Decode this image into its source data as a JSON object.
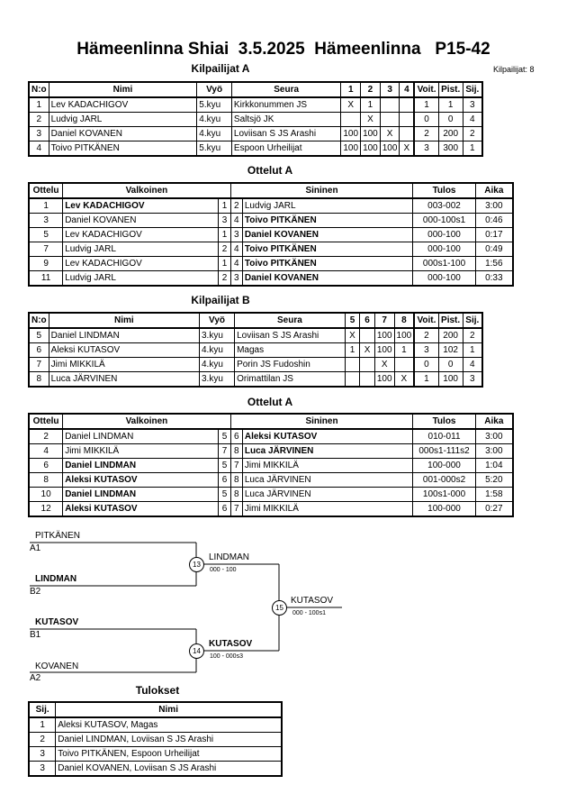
{
  "title": "Hämeenlinna Shiai  3.5.2025  Hämeenlinna   P15-42",
  "participant_count": "Kilpailijat: 8",
  "pool_a": {
    "heading": "Kilpailijat A",
    "headers": [
      "N:o",
      "Nimi",
      "Vyö",
      "Seura",
      "1",
      "2",
      "3",
      "4",
      "Voit.",
      "Pist.",
      "Sij."
    ],
    "rows": [
      [
        "1",
        "Lev KADACHIGOV",
        "5.kyu",
        "Kirkkonummen JS",
        "X",
        "1",
        "",
        "",
        "1",
        "1",
        "3"
      ],
      [
        "2",
        "Ludvig JARL",
        "4.kyu",
        "Saltsjö JK",
        "",
        "X",
        "",
        "",
        "0",
        "0",
        "4"
      ],
      [
        "3",
        "Daniel KOVANEN",
        "4.kyu",
        "Loviisan S JS Arashi",
        "100",
        "100",
        "X",
        "",
        "2",
        "200",
        "2"
      ],
      [
        "4",
        "Toivo PITKÄNEN",
        "5.kyu",
        "Espoon Urheilijat",
        "100",
        "100",
        "100",
        "X",
        "3",
        "300",
        "1"
      ]
    ]
  },
  "matches_a": {
    "heading": "Ottelut A",
    "headers": [
      "Ottelu",
      "Valkoinen",
      "Sininen",
      "Tulos",
      "Aika"
    ],
    "rows": [
      {
        "no": "1",
        "white": "Lev KADACHIGOV",
        "w": "1",
        "b": "2",
        "blue": "Ludvig JARL",
        "result": "003-002",
        "time": "3:00",
        "winner": "white"
      },
      {
        "no": "3",
        "white": "Daniel KOVANEN",
        "w": "3",
        "b": "4",
        "blue": "Toivo PITKÄNEN",
        "result": "000-100s1",
        "time": "0:46",
        "winner": "blue"
      },
      {
        "no": "5",
        "white": "Lev KADACHIGOV",
        "w": "1",
        "b": "3",
        "blue": "Daniel KOVANEN",
        "result": "000-100",
        "time": "0:17",
        "winner": "blue"
      },
      {
        "no": "7",
        "white": "Ludvig JARL",
        "w": "2",
        "b": "4",
        "blue": "Toivo PITKÄNEN",
        "result": "000-100",
        "time": "0:49",
        "winner": "blue"
      },
      {
        "no": "9",
        "white": "Lev KADACHIGOV",
        "w": "1",
        "b": "4",
        "blue": "Toivo PITKÄNEN",
        "result": "000s1-100",
        "time": "1:56",
        "winner": "blue"
      },
      {
        "no": "11",
        "white": "Ludvig JARL",
        "w": "2",
        "b": "3",
        "blue": "Daniel KOVANEN",
        "result": "000-100",
        "time": "0:33",
        "winner": "blue"
      }
    ]
  },
  "pool_b": {
    "heading": "Kilpailijat B",
    "headers": [
      "N:o",
      "Nimi",
      "Vyö",
      "Seura",
      "5",
      "6",
      "7",
      "8",
      "Voit.",
      "Pist.",
      "Sij."
    ],
    "rows": [
      [
        "5",
        "Daniel LINDMAN",
        "3.kyu",
        "Loviisan S JS Arashi",
        "X",
        "",
        "100",
        "100",
        "2",
        "200",
        "2"
      ],
      [
        "6",
        "Aleksi KUTASOV",
        "4.kyu",
        "Magas",
        "1",
        "X",
        "100",
        "1",
        "3",
        "102",
        "1"
      ],
      [
        "7",
        "Jimi MIKKILÄ",
        "4.kyu",
        "Porin JS Fudoshin",
        "",
        "",
        "X",
        "",
        "0",
        "0",
        "4"
      ],
      [
        "8",
        "Luca JÄRVINEN",
        "3.kyu",
        "Orimattilan JS",
        "",
        "",
        "100",
        "X",
        "1",
        "100",
        "3"
      ]
    ]
  },
  "matches_b": {
    "heading": "Ottelut A",
    "headers": [
      "Ottelu",
      "Valkoinen",
      "Sininen",
      "Tulos",
      "Aika"
    ],
    "rows": [
      {
        "no": "2",
        "white": "Daniel LINDMAN",
        "w": "5",
        "b": "6",
        "blue": "Aleksi KUTASOV",
        "result": "010-011",
        "time": "3:00",
        "winner": "blue"
      },
      {
        "no": "4",
        "white": "Jimi MIKKILÄ",
        "w": "7",
        "b": "8",
        "blue": "Luca JÄRVINEN",
        "result": "000s1-111s2",
        "time": "3:00",
        "winner": "blue"
      },
      {
        "no": "6",
        "white": "Daniel LINDMAN",
        "w": "5",
        "b": "7",
        "blue": "Jimi MIKKILÄ",
        "result": "100-000",
        "time": "1:04",
        "winner": "white"
      },
      {
        "no": "8",
        "white": "Aleksi KUTASOV",
        "w": "6",
        "b": "8",
        "blue": "Luca JÄRVINEN",
        "result": "001-000s2",
        "time": "5:20",
        "winner": "white"
      },
      {
        "no": "10",
        "white": "Daniel LINDMAN",
        "w": "5",
        "b": "8",
        "blue": "Luca JÄRVINEN",
        "result": "100s1-000",
        "time": "1:58",
        "winner": "white"
      },
      {
        "no": "12",
        "white": "Aleksi KUTASOV",
        "w": "6",
        "b": "7",
        "blue": "Jimi MIKKILÄ",
        "result": "100-000",
        "time": "0:27",
        "winner": "white"
      }
    ]
  },
  "bracket": {
    "sf1_top_name": "PITKÄNEN",
    "sf1_top_seed": "A1",
    "sf1_bottom_name": "LINDMAN",
    "sf1_bottom_seed": "B2",
    "sf1_match": "13",
    "sf1_winner": "LINDMAN",
    "sf1_score": "000 - 100",
    "sf2_top_name": "KUTASOV",
    "sf2_top_seed": "B1",
    "sf2_bottom_name": "KOVANEN",
    "sf2_bottom_seed": "A2",
    "sf2_match": "14",
    "sf2_winner": "KUTASOV",
    "sf2_score": "100 - 000s3",
    "final_match": "15",
    "final_winner": "KUTASOV",
    "final_score": "000 - 100s1"
  },
  "results": {
    "heading": "Tulokset",
    "headers": [
      "Sij.",
      "Nimi"
    ],
    "rows": [
      [
        "1",
        "Aleksi KUTASOV, Magas"
      ],
      [
        "2",
        "Daniel LINDMAN, Loviisan S JS Arashi"
      ],
      [
        "3",
        "Toivo PITKÄNEN, Espoon Urheilijat"
      ],
      [
        "3",
        "Daniel KOVANEN, Loviisan S JS Arashi"
      ]
    ]
  }
}
